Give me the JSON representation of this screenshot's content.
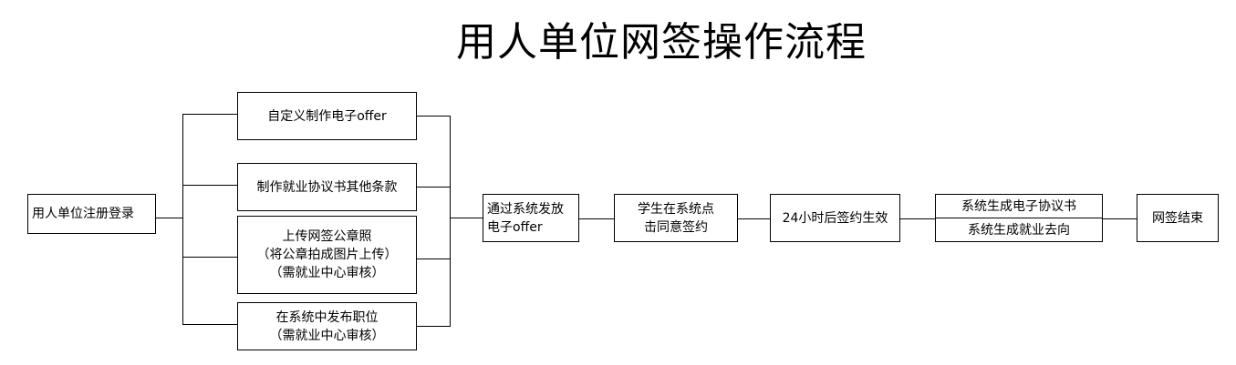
{
  "title": "用人单位网签操作流程",
  "nodes": {
    "register": {
      "label": "用人单位注册登录"
    },
    "offer_custom": {
      "label": "自定义制作电子offer"
    },
    "clauses": {
      "label": "制作就业协议书其他条款"
    },
    "seal": {
      "lines": [
        "上传网签公章照",
        "（将公章拍成图片上传）",
        "（需就业中心审核）"
      ]
    },
    "post_job": {
      "lines": [
        "在系统中发布职位",
        "（需就业中心审核）"
      ]
    },
    "send_offer": {
      "lines": [
        "通过系统发放",
        "电子offer"
      ]
    },
    "student_sign": {
      "lines": [
        "学生在系统点",
        "击同意签约"
      ]
    },
    "effective": {
      "label": "24小时后签约生效"
    },
    "generate": {
      "lines": [
        "系统生成电子协议书",
        "系统生成就业去向"
      ]
    },
    "end": {
      "label": "网签结束"
    }
  }
}
